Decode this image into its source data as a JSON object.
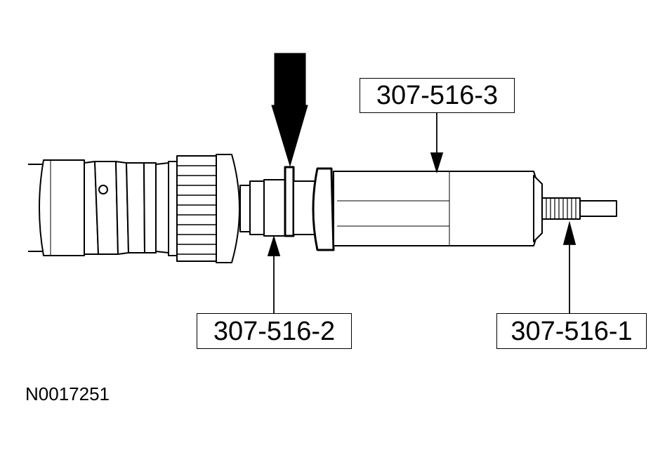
{
  "callouts": {
    "tool_3": "307-516-3",
    "tool_2": "307-516-2",
    "tool_1": "307-516-1"
  },
  "figure_id": "N0017251"
}
